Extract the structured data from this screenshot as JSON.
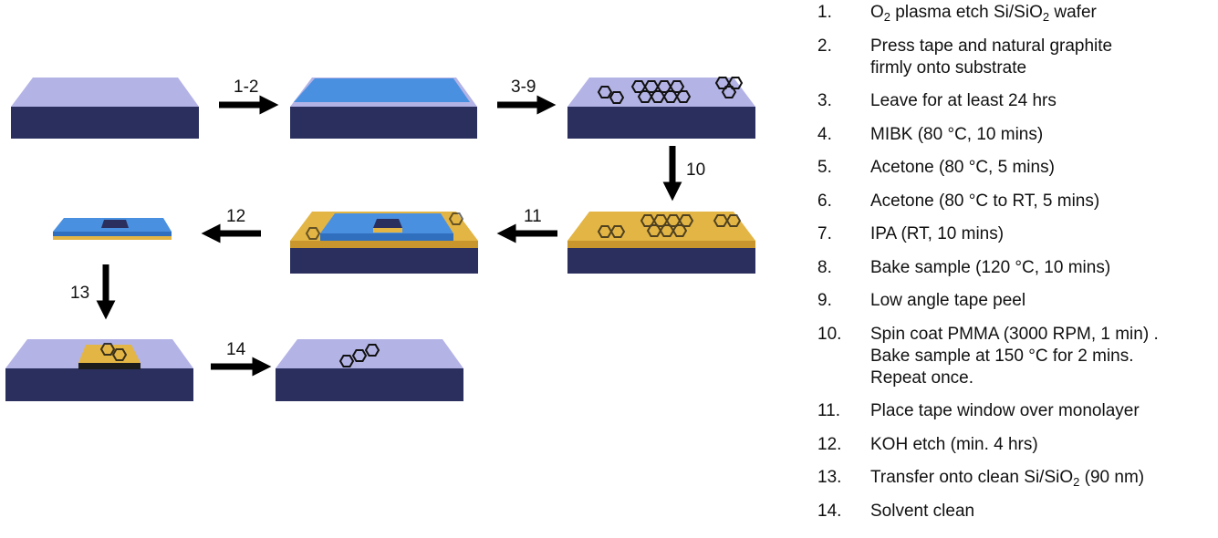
{
  "colors": {
    "wafer_top": "#b3b3e6",
    "wafer_side_front": "#2a2f5e",
    "wafer_side_right": "#8080c4",
    "film": "#4a90e0",
    "tape": "#e3b545",
    "arrow": "#000000"
  },
  "arrows": {
    "a1": "1-2",
    "a2": "3-9",
    "a3": "10",
    "a4": "11",
    "a5": "12",
    "a6": "13",
    "a7": "14"
  },
  "steps": [
    {
      "num": "1.",
      "parts": [
        "O",
        "2",
        " plasma etch Si/SiO",
        "2",
        " wafer"
      ]
    },
    {
      "num": "2.",
      "parts": [
        "Press tape and natural graphite\nfirmly  onto substrate"
      ]
    },
    {
      "num": "3.",
      "parts": [
        "Leave for at least 24 hrs"
      ]
    },
    {
      "num": "4.",
      "parts": [
        "MIBK (80 °C, 10 mins)"
      ]
    },
    {
      "num": "5.",
      "parts": [
        "Acetone (80 °C, 5 mins)"
      ]
    },
    {
      "num": "6.",
      "parts": [
        "Acetone (80 °C to RT, 5 mins)"
      ]
    },
    {
      "num": "7.",
      "parts": [
        "IPA (RT, 10 mins)"
      ]
    },
    {
      "num": "8.",
      "parts": [
        "Bake sample (120 °C, 10 mins)"
      ]
    },
    {
      "num": "9.",
      "parts": [
        "Low angle tape peel"
      ]
    },
    {
      "num": "10.",
      "parts": [
        "Spin coat PMMA (3000 RPM, 1 min) .\nBake sample at 150 °C for 2 mins.\nRepeat once."
      ]
    },
    {
      "num": "11.",
      "parts": [
        "Place tape window over monolayer"
      ]
    },
    {
      "num": "12.",
      "parts": [
        "KOH etch (min. 4 hrs)"
      ]
    },
    {
      "num": "13.",
      "parts": [
        "Transfer onto clean Si/SiO",
        "2",
        " (90 nm)"
      ]
    },
    {
      "num": "14.",
      "parts": [
        "Solvent clean"
      ]
    }
  ]
}
